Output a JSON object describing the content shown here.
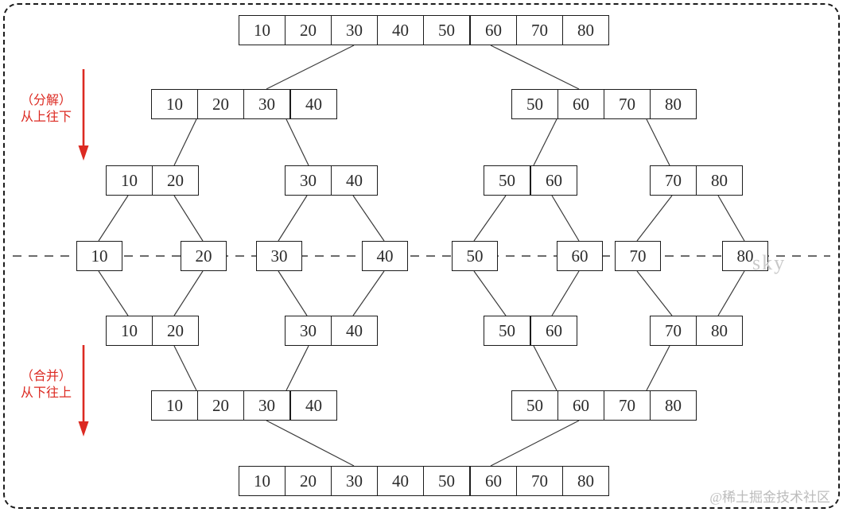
{
  "colors": {
    "red": "#dc2a22",
    "line": "#3a3a3a",
    "border": "#1c1c1c",
    "watermark": "#c9c9c9",
    "credit": "#bcbcbc"
  },
  "annotations": {
    "decompose": {
      "line1": "（分解）",
      "line2": "从上往下"
    },
    "merge": {
      "line1": "（合并）",
      "line2": "从下往上"
    }
  },
  "watermarks": {
    "sky": "sky",
    "credit": "@稀土掘金技术社区"
  },
  "levels": {
    "top": [
      "10",
      "20",
      "30",
      "40",
      "50",
      "60",
      "70",
      "80"
    ],
    "decompose2_left": [
      "10",
      "20",
      "30",
      "40"
    ],
    "decompose2_right": [
      "50",
      "60",
      "70",
      "80"
    ],
    "decompose3": [
      [
        "10",
        "20"
      ],
      [
        "30",
        "40"
      ],
      [
        "50",
        "60"
      ],
      [
        "70",
        "80"
      ]
    ],
    "singles": [
      "10",
      "20",
      "30",
      "40",
      "50",
      "60",
      "70",
      "80"
    ],
    "merge3": [
      [
        "10",
        "20"
      ],
      [
        "30",
        "40"
      ],
      [
        "50",
        "60"
      ],
      [
        "70",
        "80"
      ]
    ],
    "merge2_left": [
      "10",
      "20",
      "30",
      "40"
    ],
    "merge2_right": [
      "50",
      "60",
      "70",
      "80"
    ],
    "bottom": [
      "10",
      "20",
      "30",
      "40",
      "50",
      "60",
      "70",
      "80"
    ]
  }
}
